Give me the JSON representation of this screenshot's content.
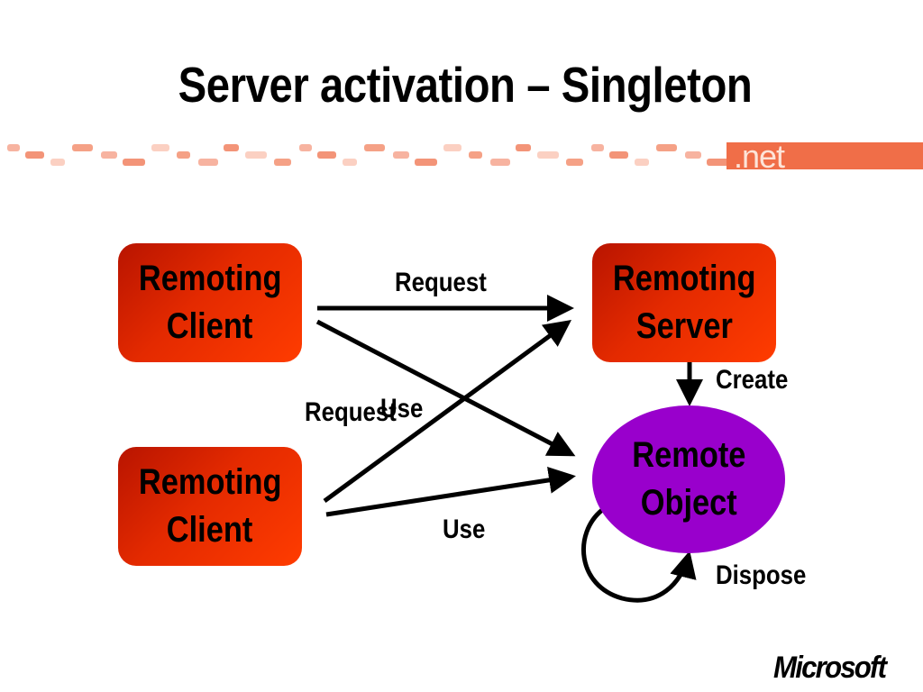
{
  "slide": {
    "title": "Server activation – Singleton",
    "badge": ".net",
    "footer_logo": "Microsoft"
  },
  "diagram": {
    "client_top": {
      "line1": "Remoting",
      "line2": "Client"
    },
    "client_bottom": {
      "line1": "Remoting",
      "line2": "Client"
    },
    "server": {
      "line1": "Remoting",
      "line2": "Server"
    },
    "remote_object": {
      "line1": "Remote",
      "line2": "Object"
    },
    "labels": {
      "request_top": "Request",
      "request_mid": "Request",
      "use_mid": "Use",
      "use_bottom": "Use",
      "create": "Create",
      "dispose": "Dispose"
    },
    "colors": {
      "box": "#e42a00",
      "object": "#9900cc",
      "banner": "#f06e48"
    }
  }
}
